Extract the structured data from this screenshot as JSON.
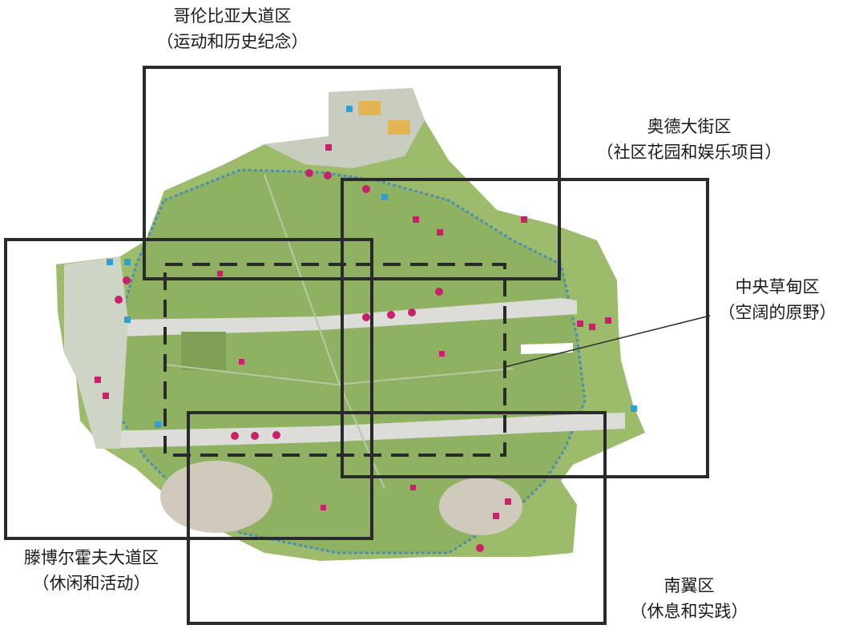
{
  "zones": [
    {
      "id": "columbia",
      "name": "哥伦比亚大道区",
      "subtitle": "（运动和历史纪念）"
    },
    {
      "id": "oderstrasse",
      "name": "奥德大街区",
      "subtitle": "（社区花园和娱乐项目）"
    },
    {
      "id": "central",
      "name": "中央草甸区",
      "subtitle": "（空阔的原野）"
    },
    {
      "id": "tempelhof",
      "name": "滕博尔霍夫大道区",
      "subtitle": "（休闲和活动）"
    },
    {
      "id": "south",
      "name": "南翼区",
      "subtitle": "（休息和实践）"
    }
  ],
  "colors": {
    "frame": "#2a2a2a",
    "park_green": "#9cbc6c",
    "park_green_dark": "#85a95a",
    "runway": "#dcdcd8",
    "boundary_path": "#4a8fb0",
    "marker": "#c8206a",
    "sand": "#cfcabc"
  }
}
